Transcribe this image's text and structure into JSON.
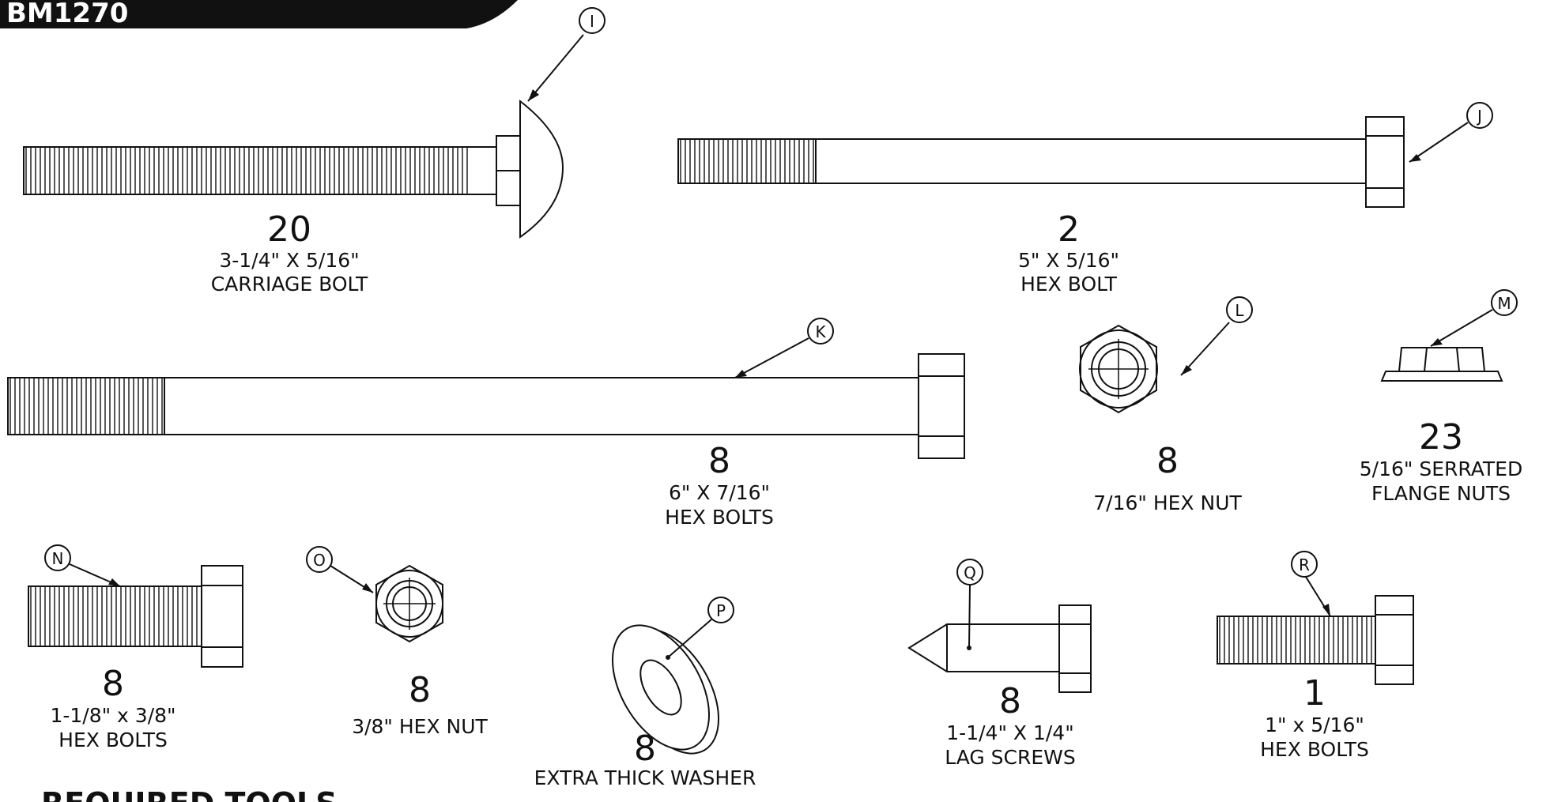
{
  "model": "BM1270",
  "section_heading": "REQUIRED TOOLS",
  "parts": [
    {
      "letter": "I",
      "qty": "20",
      "line1": "3-1/4\" X 5/16\"",
      "line2": "CARRIAGE BOLT"
    },
    {
      "letter": "J",
      "qty": "2",
      "line1": "5\" X 5/16\"",
      "line2": "HEX BOLT"
    },
    {
      "letter": "K",
      "qty": "8",
      "line1": "6\" X 7/16\"",
      "line2": "HEX BOLTS"
    },
    {
      "letter": "L",
      "qty": "8",
      "line1": "7/16\" HEX NUT",
      "line2": ""
    },
    {
      "letter": "M",
      "qty": "23",
      "line1": "5/16\" SERRATED",
      "line2": "FLANGE NUTS"
    },
    {
      "letter": "N",
      "qty": "8",
      "line1": "1-1/8\" x 3/8\"",
      "line2": "HEX BOLTS"
    },
    {
      "letter": "O",
      "qty": "8",
      "line1": "3/8\" HEX NUT",
      "line2": ""
    },
    {
      "letter": "P",
      "qty": "8",
      "line1": "EXTRA THICK WASHER",
      "line2": ""
    },
    {
      "letter": "Q",
      "qty": "8",
      "line1": "1-1/4\" X 1/4\"",
      "line2": "LAG SCREWS"
    },
    {
      "letter": "R",
      "qty": "1",
      "line1": "1\" x 5/16\"",
      "line2": "HEX BOLTS"
    }
  ]
}
